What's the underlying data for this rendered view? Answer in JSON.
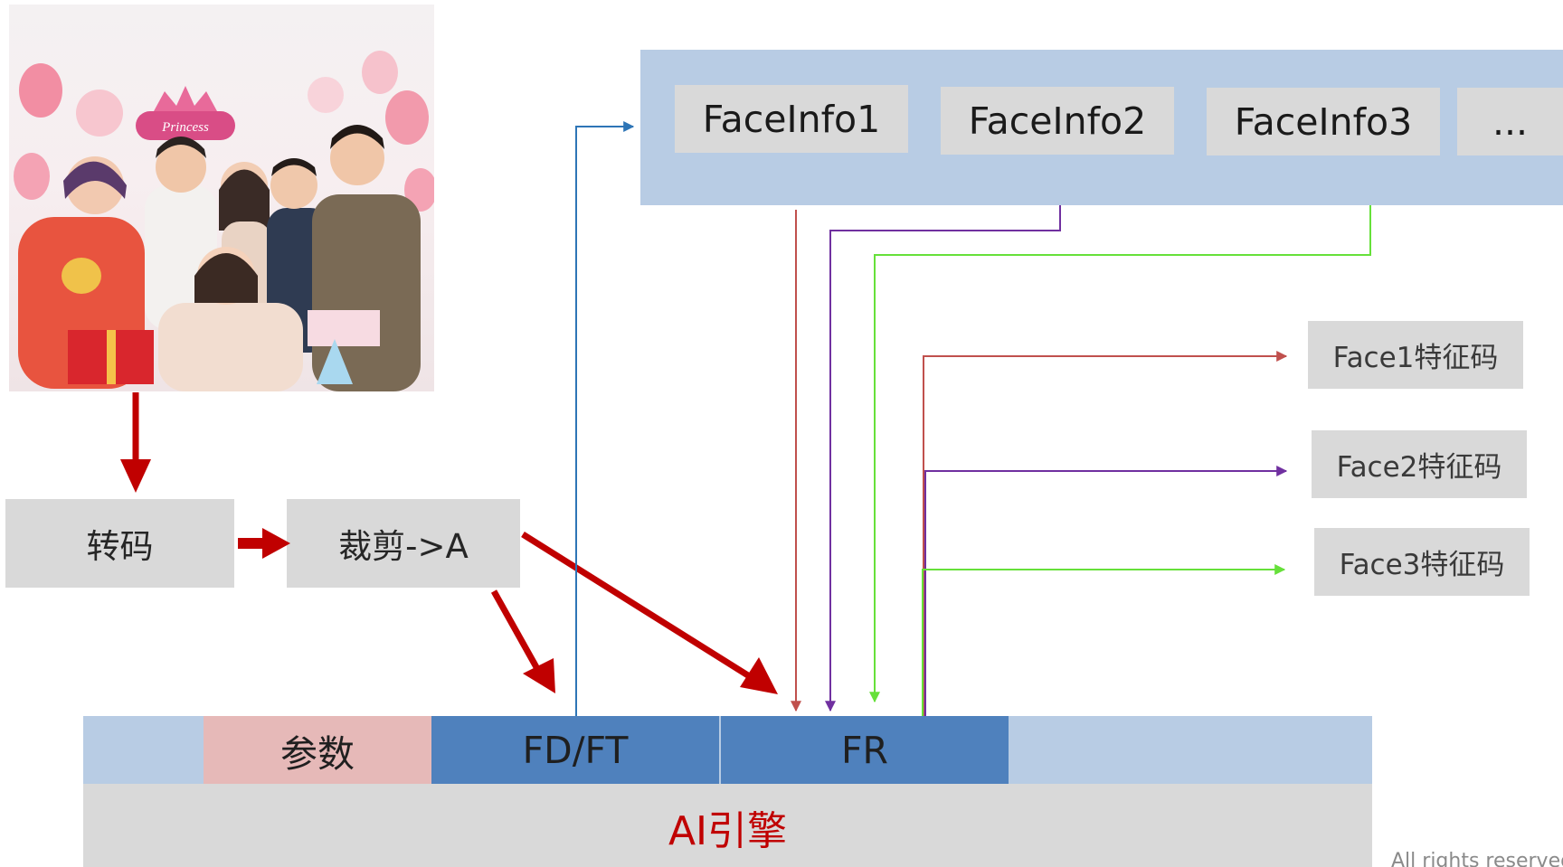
{
  "faceinfo_boxes": [
    "FaceInfo1",
    "FaceInfo2",
    "FaceInfo3",
    "..."
  ],
  "features": [
    "Face1特征码",
    "Face2特征码",
    "Face3特征码"
  ],
  "steps": {
    "transcode": "转码",
    "crop": "裁剪->A"
  },
  "engine": {
    "params": "参数",
    "fdft": "FD/FT",
    "fr": "FR",
    "title": "AI引擎"
  },
  "photo": {
    "sign_text": "Princess"
  },
  "footer": "All rights reserved",
  "colors": {
    "red_arrow": "#c00000",
    "blue_line": "#2e75b6",
    "faceinfo1_line": "#c0504d",
    "faceinfo2_line": "#7030a0",
    "faceinfo3_line": "#66e03a",
    "engine_strip": "#b8cce4",
    "engine_blue": "#4f81bd",
    "params_pink": "#e6b9b8",
    "gray_box": "#d9d9d9"
  }
}
